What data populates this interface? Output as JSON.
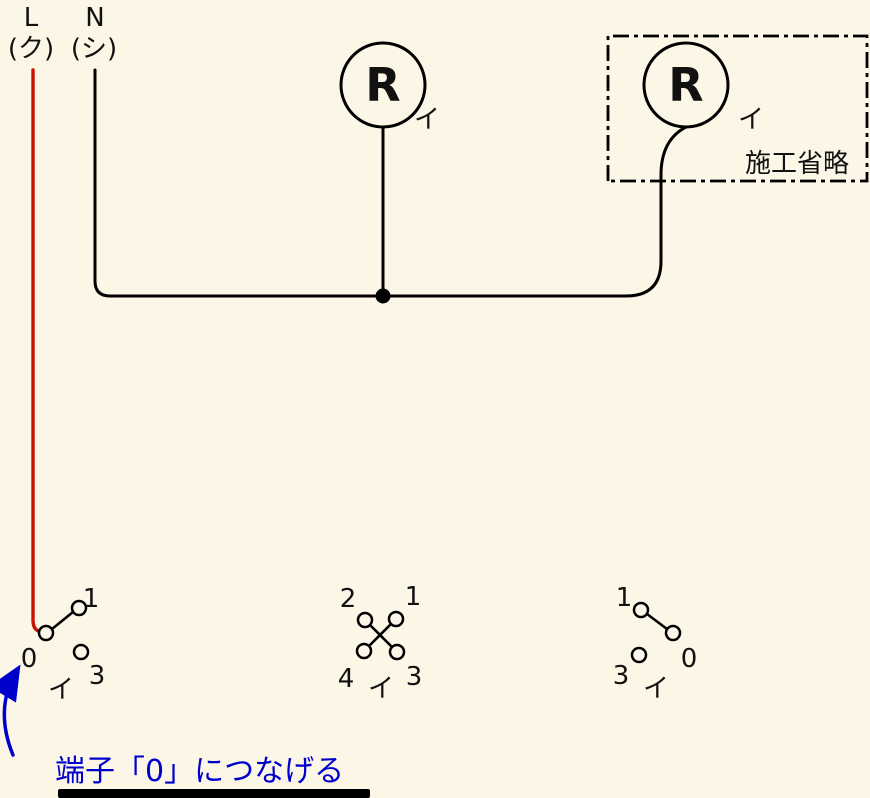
{
  "colors": {
    "background": "#FBF6E6",
    "wire": "#000000",
    "live_wire": "#CC1100",
    "annotation": "#0000CC"
  },
  "source": {
    "live": {
      "label": "L",
      "sub": "(ク)"
    },
    "neutral": {
      "label": "N",
      "sub": "(シ)"
    }
  },
  "lamps": {
    "left": {
      "symbol": "R",
      "circuit": "イ"
    },
    "right": {
      "symbol": "R",
      "circuit": "イ"
    }
  },
  "omission": {
    "label": "施工省略"
  },
  "switches": {
    "left": {
      "type": "three-way",
      "labels": {
        "t1": "1",
        "t0": "0",
        "t3": "3"
      },
      "circuit": "イ"
    },
    "middle": {
      "type": "four-way",
      "labels": {
        "t2": "2",
        "t1": "1",
        "t4": "4",
        "t3": "3"
      },
      "circuit": "イ"
    },
    "right": {
      "type": "three-way",
      "labels": {
        "t1": "1",
        "t0": "0",
        "t3": "3"
      },
      "circuit": "イ"
    }
  },
  "annotation": {
    "text": "端子「0」につなげる"
  }
}
